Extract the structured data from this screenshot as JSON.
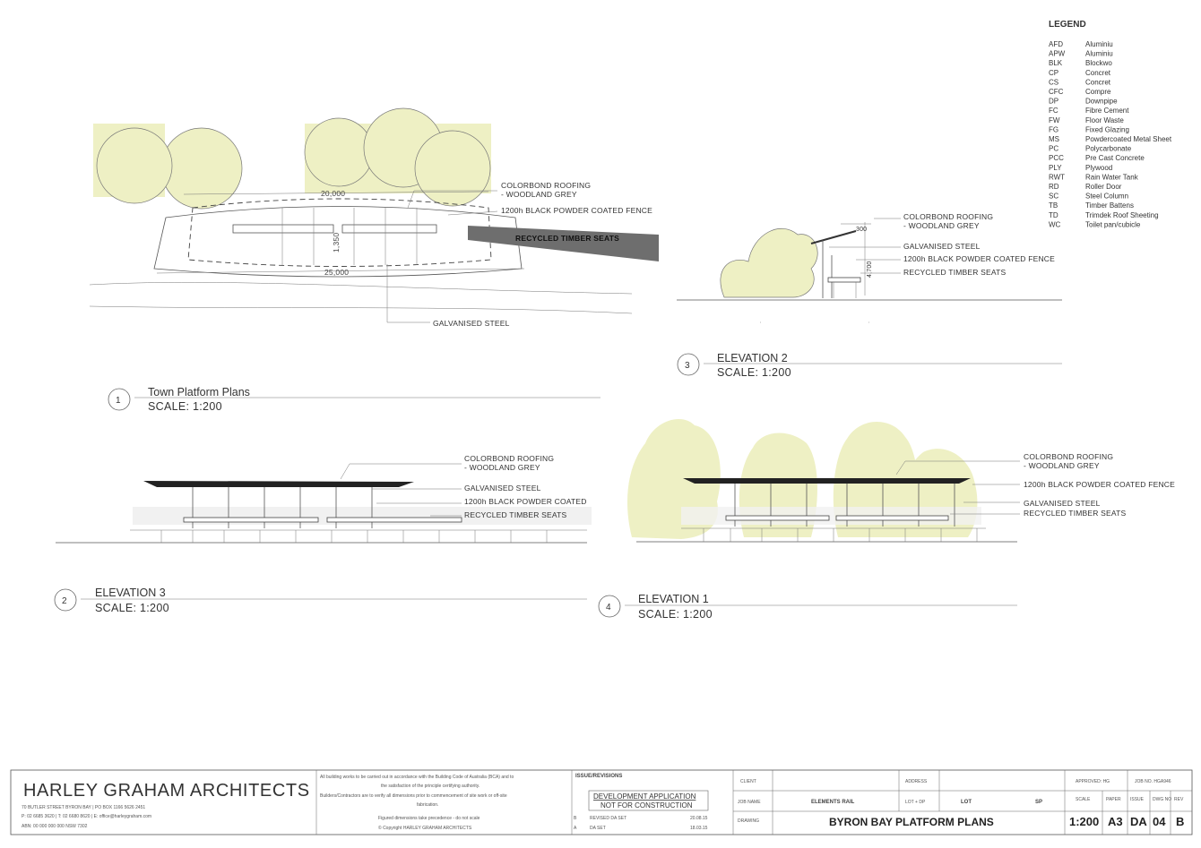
{
  "legend": {
    "title": "LEGEND",
    "items": [
      {
        "code": "AFD",
        "desc": "Aluminiu"
      },
      {
        "code": "APW",
        "desc": "Aluminiu"
      },
      {
        "code": "BLK",
        "desc": "Blockwo"
      },
      {
        "code": "CP",
        "desc": "Concret"
      },
      {
        "code": "CS",
        "desc": "Concret"
      },
      {
        "code": "CFC",
        "desc": "Compre"
      },
      {
        "code": "DP",
        "desc": "Downpipe"
      },
      {
        "code": "FC",
        "desc": "Fibre Cement"
      },
      {
        "code": "FW",
        "desc": "Floor Waste"
      },
      {
        "code": "FG",
        "desc": "Fixed Glazing"
      },
      {
        "code": "MS",
        "desc": "Powdercoated Metal Sheet"
      },
      {
        "code": "PC",
        "desc": "Polycarbonate"
      },
      {
        "code": "PCC",
        "desc": "Pre Cast Concrete"
      },
      {
        "code": "PLY",
        "desc": "Plywood"
      },
      {
        "code": "RWT",
        "desc": "Rain Water Tank"
      },
      {
        "code": "RD",
        "desc": "Roller Door"
      },
      {
        "code": "SC",
        "desc": "Steel Column"
      },
      {
        "code": "TB",
        "desc": "Timber Battens"
      },
      {
        "code": "TD",
        "desc": "Trimdek Roof Sheeting"
      },
      {
        "code": "WC",
        "desc": "Toilet pan/cubicle"
      }
    ]
  },
  "views": {
    "v1": {
      "num": "1",
      "title": "Town Platform Plans",
      "scale": "SCALE: 1:200"
    },
    "v2": {
      "num": "2",
      "title": "ELEVATION 3",
      "scale": "SCALE: 1:200"
    },
    "v3": {
      "num": "3",
      "title": "ELEVATION 2",
      "scale": "SCALE: 1:200"
    },
    "v4": {
      "num": "4",
      "title": "ELEVATION 1",
      "scale": "SCALE: 1:200"
    }
  },
  "plan": {
    "dim_top": "20,000",
    "dim_bottom": "25,000",
    "dim_side": "1,350",
    "labels": {
      "roof1": "COLORBOND ROOFING",
      "roof2": "- WOODLAND GREY",
      "fence": "1200h BLACK POWDER COATED FENCE",
      "seats": "RECYCLED TIMBER SEATS",
      "steel": "GALVANISED STEEL"
    }
  },
  "elev2": {
    "dim_a": "300",
    "dim_b": "4,700",
    "labels": {
      "roof1": "COLORBOND ROOFING",
      "roof2": "- WOODLAND GREY",
      "steel": "GALVANISED STEEL",
      "fence": "1200h BLACK POWDER COATED FENCE",
      "seats": "RECYCLED TIMBER SEATS"
    }
  },
  "elev3": {
    "labels": {
      "roof1": "COLORBOND ROOFING",
      "roof2": "- WOODLAND GREY",
      "steel": "GALVANISED STEEL",
      "fence": "1200h BLACK POWDER COATED",
      "seats": "RECYCLED TIMBER SEATS"
    }
  },
  "elev1": {
    "labels": {
      "roof1": "COLORBOND ROOFING",
      "roof2": "- WOODLAND GREY",
      "fence": "1200h BLACK POWDER COATED FENCE",
      "steel": "GALVANISED STEEL",
      "seats": "RECYCLED TIMBER SEATS"
    }
  },
  "titleblock": {
    "firm": "HARLEY GRAHAM ARCHITECTS",
    "address": "70 BUTLER STREET BYRON BAY | PO BOX 1166 5626 2451",
    "contact": "P: 02 6685 3620 | T: 02 6680 8620 | E: office@harleygraham.com",
    "abn": "ABN: 00 000 000 000  NSW 7302",
    "notes": [
      "All building works to be carried out in accordance with the Building Code of Australia (BCA) and to",
      "the satisfaction of the principle certifying authority.",
      "Builders/Contractors are to verify all dimensions prior to commencement of site work or off-site",
      "fabrication.",
      "Figured dimensions take precedence - do not scale",
      "©  Copyright HARLEY GRAHAM ARCHITECTS"
    ],
    "issue_head": "ISSUE/REVISIONS",
    "stamp1": "DEVELOPMENT APPLICATION",
    "stamp2": "NOT FOR CONSTRUCTION",
    "rev_b": {
      "code": "B",
      "text": "REVISED DA SET",
      "date": "20.08.15"
    },
    "rev_a": {
      "code": "A",
      "text": "DA SET",
      "date": "18.03.15"
    },
    "client_lbl": "CLIENT",
    "job_lbl": "JOB NAME",
    "job_name": "ELEMENTS RAIL",
    "address_lbl": "ADDRESS",
    "lot_lbl": "LOT + DP",
    "lot": "LOT",
    "sp": "SP",
    "drawing_lbl": "DRAWING",
    "drawing": "BYRON BAY PLATFORM PLANS",
    "approved_lbl": "APPROVED: HG",
    "jobno_lbl": "JOB NO. HGA946",
    "scale_lbl": "SCALE",
    "paper_lbl": "PAPER",
    "issue_lbl": "ISSUE",
    "dwgno_lbl": "DWG NO",
    "rev_lbl": "REV",
    "scale": "1:200",
    "paper": "A3",
    "issue": "DA",
    "dwgno": "04",
    "rev": "B"
  }
}
